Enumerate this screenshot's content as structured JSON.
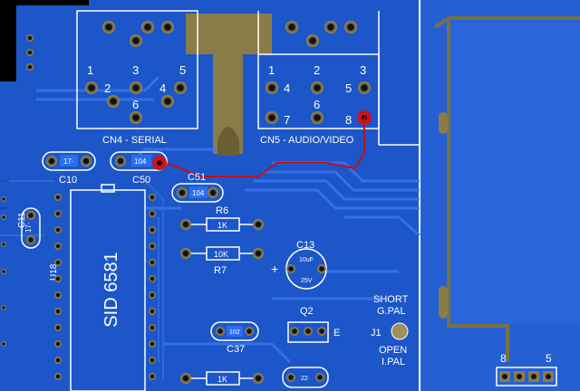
{
  "connectors": {
    "serial": {
      "label": "CN4 - SERIAL",
      "pins": [
        {
          "n": "1"
        },
        {
          "n": "2"
        },
        {
          "n": "3"
        },
        {
          "n": "4"
        },
        {
          "n": "5"
        },
        {
          "n": "6"
        }
      ]
    },
    "audio_video": {
      "label": "CN5 - AUDIO/VIDEO",
      "pins": [
        {
          "n": "1"
        },
        {
          "n": "2"
        },
        {
          "n": "3"
        },
        {
          "n": "4"
        },
        {
          "n": "5"
        },
        {
          "n": "6"
        },
        {
          "n": "7"
        },
        {
          "n": "8"
        }
      ]
    },
    "edge": {
      "pins": [
        {
          "n": "8"
        },
        {
          "n": "5"
        }
      ]
    }
  },
  "components": {
    "c10": {
      "ref": "C10",
      "value": "17·"
    },
    "c50": {
      "ref": "C50",
      "value": "104"
    },
    "c51": {
      "ref": "C51",
      "value": "104"
    },
    "c11": {
      "ref": "C11",
      "value": "17·"
    },
    "r6": {
      "ref": "R6",
      "value": "1K"
    },
    "r7": {
      "ref": "R7",
      "value": "10K"
    },
    "c13": {
      "ref": "C13",
      "value": "10uF",
      "voltage": "25V",
      "polarity": "+"
    },
    "q2": {
      "ref": "Q2",
      "pin": "E"
    },
    "c37": {
      "ref": "C37",
      "value": "102"
    },
    "bottom_resistor": {
      "value": "1K"
    },
    "bottom_cap": {
      "value": "22·"
    }
  },
  "chip": {
    "ref": "U18",
    "name": "SID 6581"
  },
  "jumper": {
    "ref": "J1",
    "short_label": "SHORT",
    "short_mode": "G.PAL",
    "open_label": "OPEN",
    "open_mode": "I.PAL"
  },
  "colors": {
    "board": "#1c56c8",
    "trace": "#2a6ef0",
    "silkscreen": "#ffffff",
    "pad": "#8e7e4a",
    "bodge_wire": "#d0101a"
  }
}
